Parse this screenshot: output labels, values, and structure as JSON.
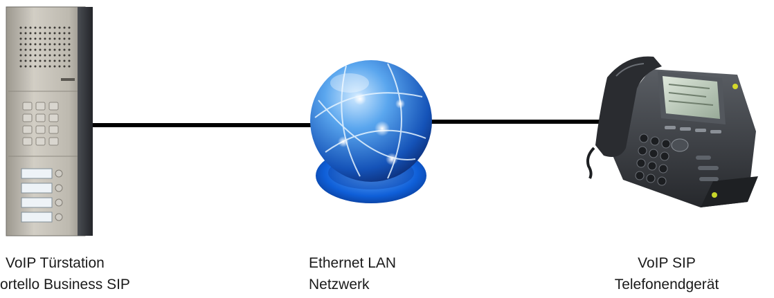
{
  "nodes": [
    {
      "id": "door-station",
      "icon": "door-intercom-icon",
      "label_lines": [
        "VoIP Türstation",
        "ortello Business SIP"
      ]
    },
    {
      "id": "network",
      "icon": "globe-network-icon",
      "label_lines": [
        "Ethernet LAN",
        "Netzwerk"
      ]
    },
    {
      "id": "phone",
      "icon": "ip-phone-icon",
      "label_lines": [
        "VoIP SIP",
        "Telefonendgerät"
      ]
    }
  ],
  "edges": [
    {
      "from": "door-station",
      "to": "network"
    },
    {
      "from": "network",
      "to": "phone"
    }
  ],
  "colors": {
    "connector": "#000000",
    "panel": "#b9b5ab",
    "globe": "#1f6fd0",
    "phone_body": "#3b3f45",
    "screen": "#b7c6b4"
  }
}
